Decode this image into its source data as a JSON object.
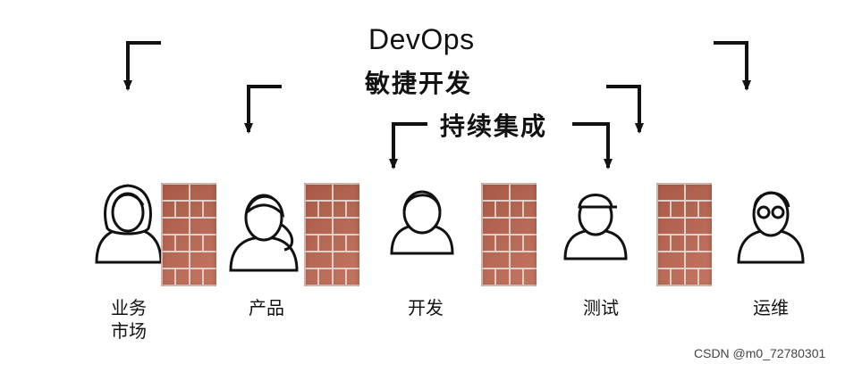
{
  "title": "DevOps",
  "agile": "敏捷开发",
  "ci": "持续集成",
  "roles": [
    {
      "name": "业务\n市场"
    },
    {
      "name": "产品"
    },
    {
      "name": "开发"
    },
    {
      "name": "测试"
    },
    {
      "name": "运维"
    }
  ],
  "watermark": "CSDN @m0_72780301",
  "colors": {
    "brick": "#b86a55",
    "mortar": "#e0d6ce",
    "line": "#111111"
  }
}
